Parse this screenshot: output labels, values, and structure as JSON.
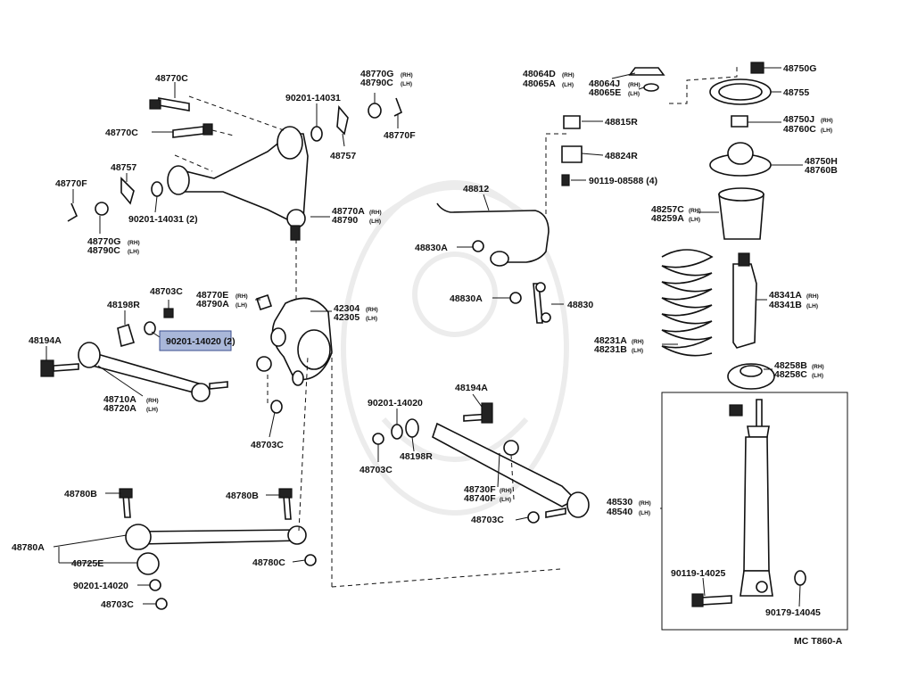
{
  "diagram_code": "MC T860-A",
  "labels": [
    {
      "id": "l1",
      "text": "48770C"
    },
    {
      "id": "l2",
      "text": "48770C"
    },
    {
      "id": "l3",
      "text": "48757"
    },
    {
      "id": "l4",
      "text": "48770F"
    },
    {
      "id": "l5",
      "text": "90201-14031 (2)"
    },
    {
      "id": "l6",
      "text": "48770G",
      "sub": "(RH)"
    },
    {
      "id": "l7",
      "text": "48790C",
      "sub": "(LH)"
    },
    {
      "id": "l8",
      "text": "90201-14031"
    },
    {
      "id": "l9",
      "text": "48757"
    },
    {
      "id": "l10",
      "text": "48770G",
      "sub": "(RH)"
    },
    {
      "id": "l11",
      "text": "48790C",
      "sub": "(LH)"
    },
    {
      "id": "l12",
      "text": "48770F"
    },
    {
      "id": "l13",
      "text": "48770A",
      "sub": "(RH)"
    },
    {
      "id": "l14",
      "text": "48790",
      "sub": "(LH)"
    },
    {
      "id": "l15",
      "text": "48703C"
    },
    {
      "id": "l16",
      "text": "48198R"
    },
    {
      "id": "l17",
      "text": "48770E",
      "sub": "(RH)"
    },
    {
      "id": "l18",
      "text": "48790A",
      "sub": "(LH)"
    },
    {
      "id": "l19",
      "text": "42304",
      "sub": "(RH)"
    },
    {
      "id": "l20",
      "text": "42305",
      "sub": "(LH)"
    },
    {
      "id": "l21",
      "text": "48194A"
    },
    {
      "id": "l22",
      "text": "90201-14020 (2)",
      "highlight": true
    },
    {
      "id": "l23",
      "text": "48710A",
      "sub": "(RH)"
    },
    {
      "id": "l24",
      "text": "48720A",
      "sub": "(LH)"
    },
    {
      "id": "l25",
      "text": "48703C"
    },
    {
      "id": "l26",
      "text": "48780B"
    },
    {
      "id": "l27",
      "text": "48780B"
    },
    {
      "id": "l28",
      "text": "48780A"
    },
    {
      "id": "l29",
      "text": "48725E"
    },
    {
      "id": "l30",
      "text": "90201-14020"
    },
    {
      "id": "l31",
      "text": "48703C"
    },
    {
      "id": "l32",
      "text": "48780C"
    },
    {
      "id": "l33",
      "text": "90201-14020"
    },
    {
      "id": "l34",
      "text": "48194A"
    },
    {
      "id": "l35",
      "text": "48703C"
    },
    {
      "id": "l36",
      "text": "48198R"
    },
    {
      "id": "l37",
      "text": "48730F",
      "sub": "(RH)"
    },
    {
      "id": "l38",
      "text": "48740F",
      "sub": "(LH)"
    },
    {
      "id": "l39",
      "text": "48703C"
    },
    {
      "id": "l40",
      "text": "48812"
    },
    {
      "id": "l41",
      "text": "48830A"
    },
    {
      "id": "l42",
      "text": "48830A"
    },
    {
      "id": "l43",
      "text": "48830"
    },
    {
      "id": "l44",
      "text": "48064D",
      "sub": "(RH)"
    },
    {
      "id": "l45",
      "text": "48065A",
      "sub": "(LH)"
    },
    {
      "id": "l46",
      "text": "48064J",
      "sub": "(RH)"
    },
    {
      "id": "l47",
      "text": "48065E",
      "sub": "(LH)"
    },
    {
      "id": "l48",
      "text": "48815R"
    },
    {
      "id": "l49",
      "text": "48824R"
    },
    {
      "id": "l50",
      "text": "90119-08588 (4)"
    },
    {
      "id": "l51",
      "text": "48750G"
    },
    {
      "id": "l52",
      "text": "48755"
    },
    {
      "id": "l53",
      "text": "48750J",
      "sub": "(RH)"
    },
    {
      "id": "l54",
      "text": "48760C",
      "sub": "(LH)"
    },
    {
      "id": "l55",
      "text": "48750H"
    },
    {
      "id": "l56",
      "text": "48760B"
    },
    {
      "id": "l57",
      "text": "48257C",
      "sub": "(RH)"
    },
    {
      "id": "l58",
      "text": "48259A",
      "sub": "(LH)"
    },
    {
      "id": "l59",
      "text": "48341A",
      "sub": "(RH)"
    },
    {
      "id": "l60",
      "text": "48341B",
      "sub": "(LH)"
    },
    {
      "id": "l61",
      "text": "48231A",
      "sub": "(RH)"
    },
    {
      "id": "l62",
      "text": "48231B",
      "sub": "(LH)"
    },
    {
      "id": "l63",
      "text": "48258B",
      "sub": "(RH)"
    },
    {
      "id": "l64",
      "text": "48258C",
      "sub": "(LH)"
    },
    {
      "id": "l65",
      "text": "48530",
      "sub": "(RH)"
    },
    {
      "id": "l66",
      "text": "48540",
      "sub": "(LH)"
    },
    {
      "id": "l67",
      "text": "90119-14025"
    },
    {
      "id": "l68",
      "text": "90179-14045"
    }
  ]
}
